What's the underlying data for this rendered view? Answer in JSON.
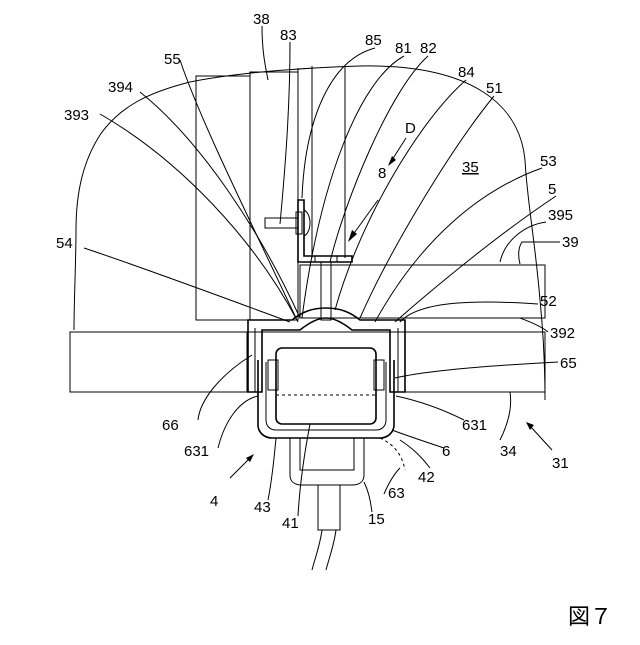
{
  "figure": {
    "caption": "図７"
  },
  "labels": {
    "l38": "38",
    "l83": "83",
    "l85": "85",
    "l81": "81",
    "l82": "82",
    "l84": "84",
    "l51": "51",
    "l55": "55",
    "l394": "394",
    "l393": "393",
    "lD": "D",
    "l8": "8",
    "l35": "35",
    "l53": "53",
    "l5": "5",
    "l395": "395",
    "l39": "39",
    "l54": "54",
    "l52": "52",
    "l392": "392",
    "l65": "65",
    "l66": "66",
    "l631a": "631",
    "l631b": "631",
    "l6": "6",
    "l34": "34",
    "l31": "31",
    "l42": "42",
    "l4": "4",
    "l43": "43",
    "l63": "63",
    "l41": "41",
    "l15": "15"
  }
}
